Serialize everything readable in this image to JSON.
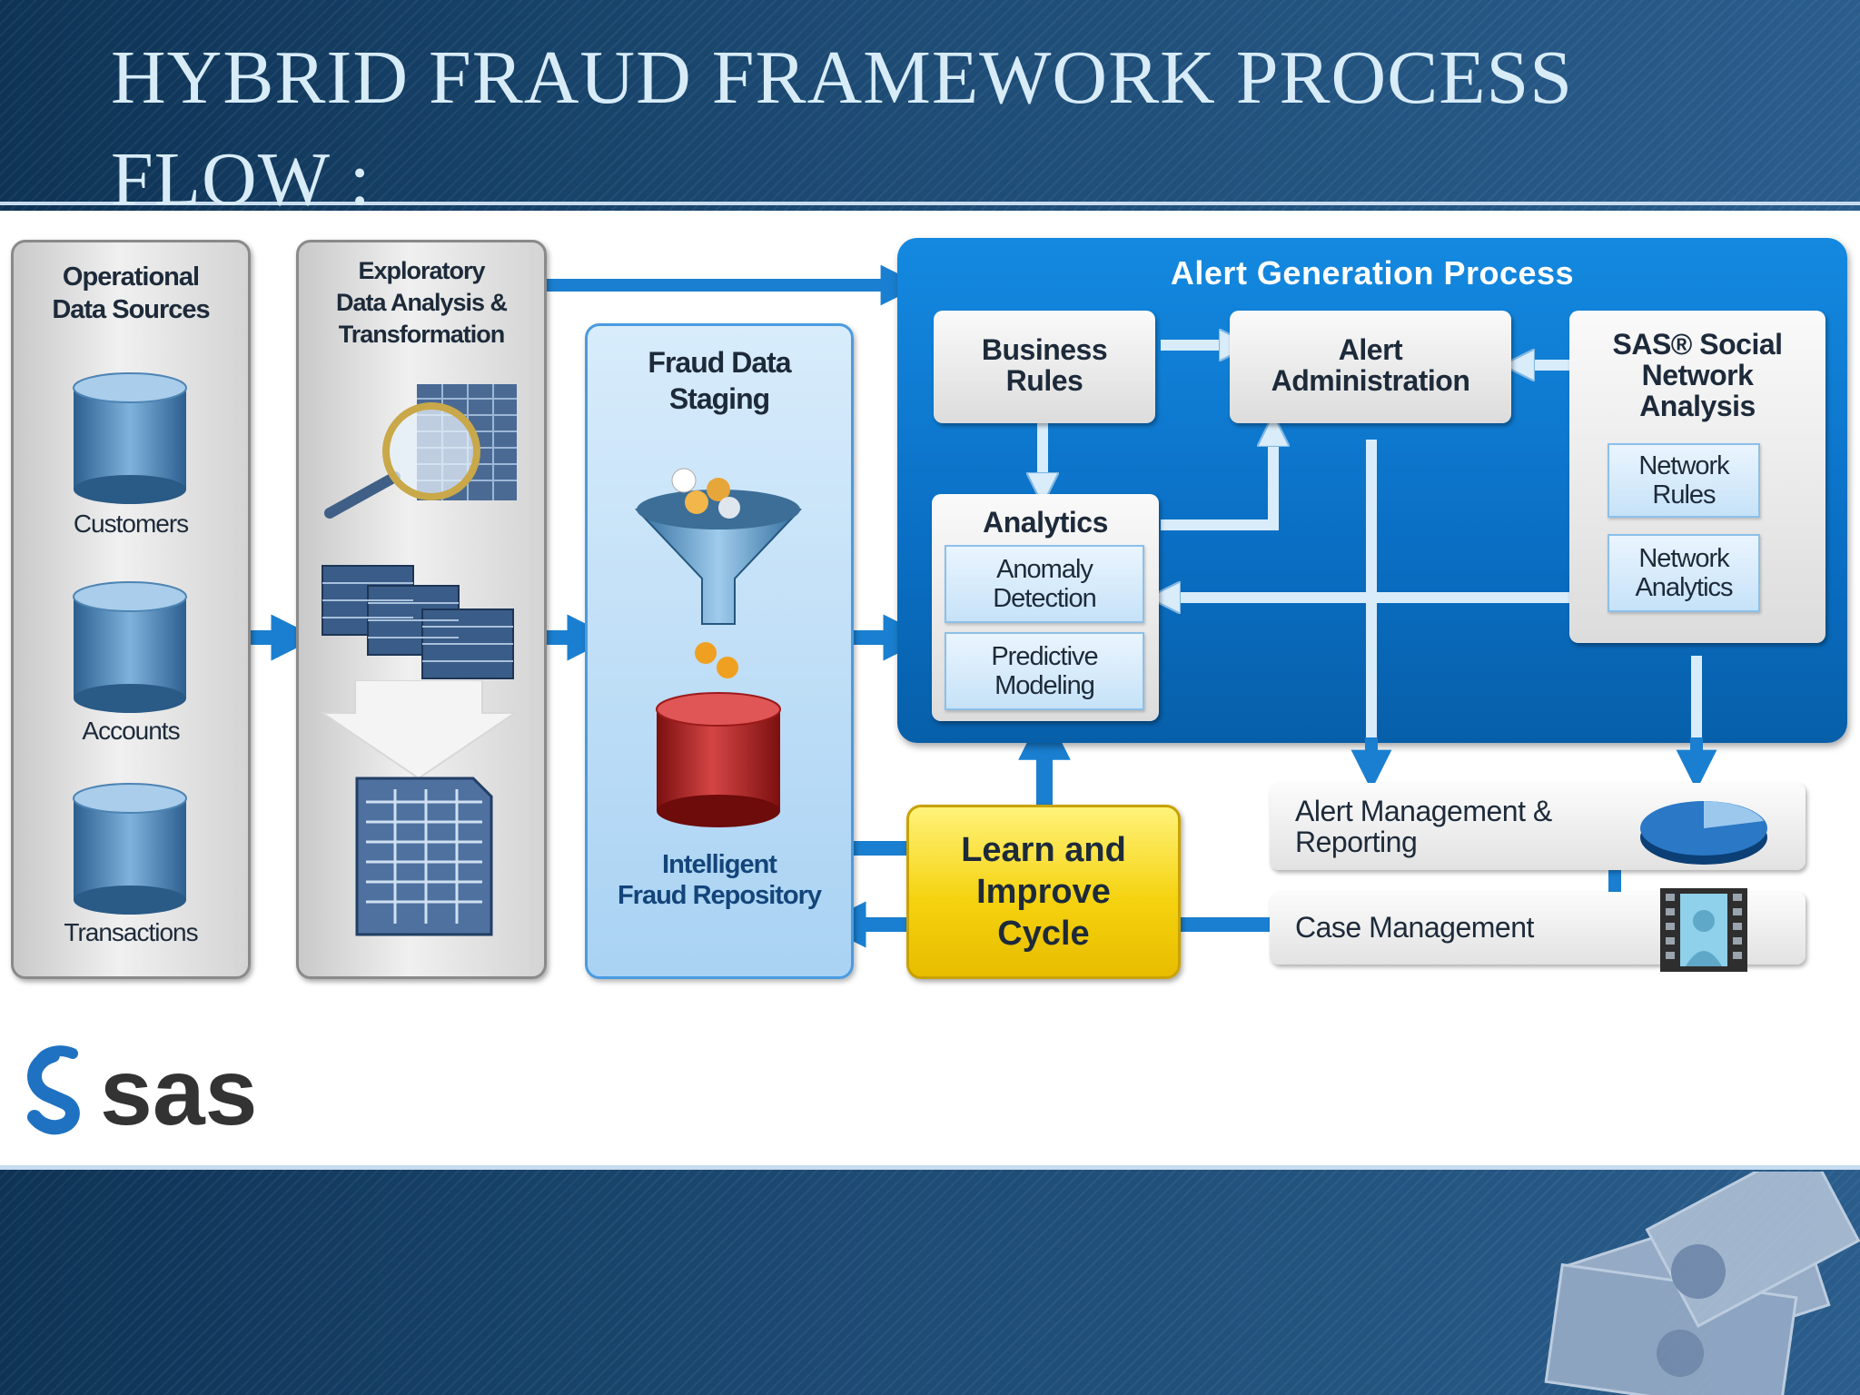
{
  "slide": {
    "title_line1": "HYBRID FRAUD FRAMEWORK PROCESS",
    "title_line2": "FLOW :"
  },
  "operational": {
    "heading_line1": "Operational",
    "heading_line2": "Data Sources",
    "sources": [
      "Customers",
      "Accounts",
      "Transactions"
    ]
  },
  "exploratory": {
    "heading_line1": "Exploratory",
    "heading_line2": "Data Analysis &",
    "heading_line3": "Transformation"
  },
  "staging": {
    "heading_line1": "Fraud Data",
    "heading_line2": "Staging",
    "repository_line1": "Intelligent",
    "repository_line2": "Fraud Repository"
  },
  "alert_generation": {
    "heading": "Alert Generation Process",
    "business_rules_line1": "Business",
    "business_rules_line2": "Rules",
    "alert_admin_line1": "Alert",
    "alert_admin_line2": "Administration",
    "social_line1": "SAS® Social",
    "social_line2": "Network",
    "social_line3": "Analysis",
    "network_rules_line1": "Network",
    "network_rules_line2": "Rules",
    "network_analytics_line1": "Network",
    "network_analytics_line2": "Analytics",
    "analytics": "Analytics",
    "anomaly_line1": "Anomaly",
    "anomaly_line2": "Detection",
    "predictive_line1": "Predictive",
    "predictive_line2": "Modeling"
  },
  "learn_cycle": {
    "line1": "Learn and",
    "line2": "Improve",
    "line3": "Cycle"
  },
  "alert_management": {
    "line1": "Alert Management &",
    "line2": "Reporting"
  },
  "case_management": "Case Management",
  "brand": {
    "logo_text": "sas"
  },
  "colors": {
    "alert_blue": "#0a6fc4",
    "arrow_blue": "#1a7fd0",
    "learn_yellow": "#f5d20f",
    "repository_red": "#b01c1c",
    "header_navy": "#1c4a73"
  }
}
